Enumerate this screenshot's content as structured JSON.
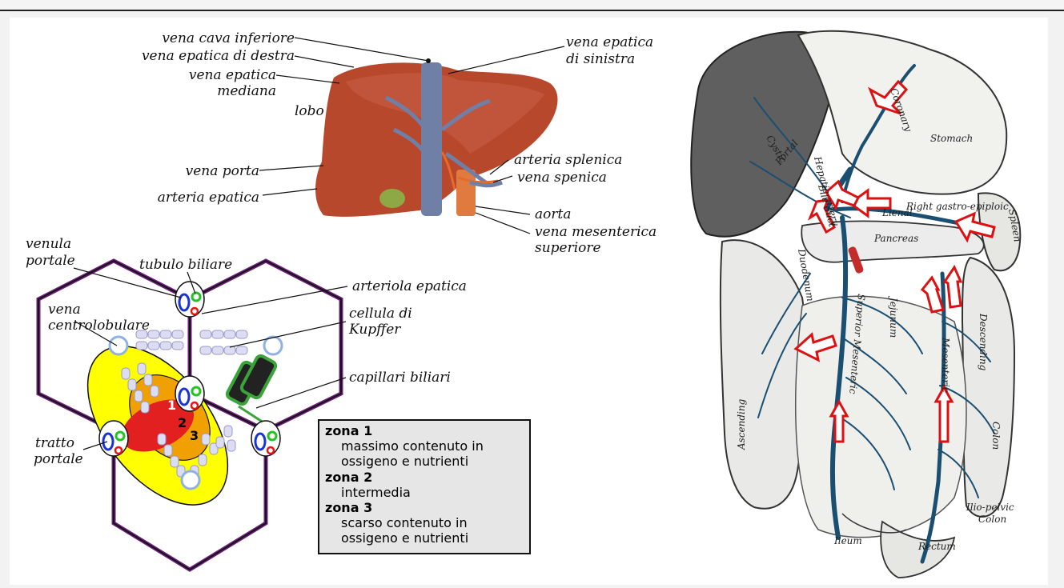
{
  "colors": {
    "liver": "#b5492a",
    "vena_cava": "#6f7fa6",
    "aorta": "#e07a3f",
    "hexagon": "#6b1d7a",
    "zone1": "#e32020",
    "zone2": "#f0a000",
    "zone3": "#ffff00",
    "portal_vein_blue": "#1a4f72",
    "arrow_red": "#d11"
  },
  "liver_labels": {
    "vena_cava_inferiore": "vena cava inferiore",
    "vena_epatica_destra": "vena epatica di destra",
    "vena_epatica_mediana_1": "vena epatica",
    "vena_epatica_mediana_2": "mediana",
    "lobo": "lobo",
    "vena_porta": "vena porta",
    "arteria_epatica": "arteria epatica",
    "vena_epatica_sinistra_1": "vena epatica",
    "vena_epatica_sinistra_2": "di sinistra",
    "arteria_splenica": "arteria splenica",
    "vena_spenica": "vena spenica",
    "aorta": "aorta",
    "vena_mesenterica_1": "vena mesenterica",
    "vena_mesenterica_2": "superiore"
  },
  "lobule_labels": {
    "venula_portale_1": "venula",
    "venula_portale_2": "portale",
    "tubulo_biliare": "tubulo biliare",
    "vena_centrolobulare_1": "vena",
    "vena_centrolobulare_2": "centrolobulare",
    "arteriola_epatica": "arteriola epatica",
    "cellula_kupffer_1": "cellula di",
    "cellula_kupffer_2": "Kupffer",
    "capillari_biliari": "capillari biliari",
    "tratto_portale_1": "tratto",
    "tratto_portale_2": "portale",
    "zone_1": "1",
    "zone_2": "2",
    "zone_3": "3"
  },
  "legend": {
    "zona1_title": "zona 1",
    "zona1_line1": "massimo contenuto in",
    "zona1_line2": "ossigeno e nutrienti",
    "zona2_title": "zona 2",
    "zona2_line1": "intermedia",
    "zona3_title": "zona 3",
    "zona3_line1": "scarso contenuto in",
    "zona3_line2": "ossigeno e nutrienti"
  },
  "gray_labels": {
    "coronary": "Coronary",
    "stomach": "Stomach",
    "spleen": "Spleen",
    "pancreas": "Pancreas",
    "jejunum": "Jejunum",
    "ileum": "Ileum",
    "rectum": "Rectum",
    "descending": "Descending",
    "colon": "Colon",
    "ascending": "Ascending",
    "ilio_pelvic_1": "Ilio-pelvic",
    "ilio_pelvic_2": "Colon",
    "mesenteric_sup": "Superior Mesenteric",
    "mesenteric_inf": "Mesenteric",
    "gastro": "Right gastro-epiploic",
    "lienal": "Lienal",
    "hepatic_artery": "Hepatic artery",
    "portal": "Portal",
    "cystic": "Cystic",
    "bile_duct": "Bile duct",
    "duodenum": "Duodenum"
  }
}
